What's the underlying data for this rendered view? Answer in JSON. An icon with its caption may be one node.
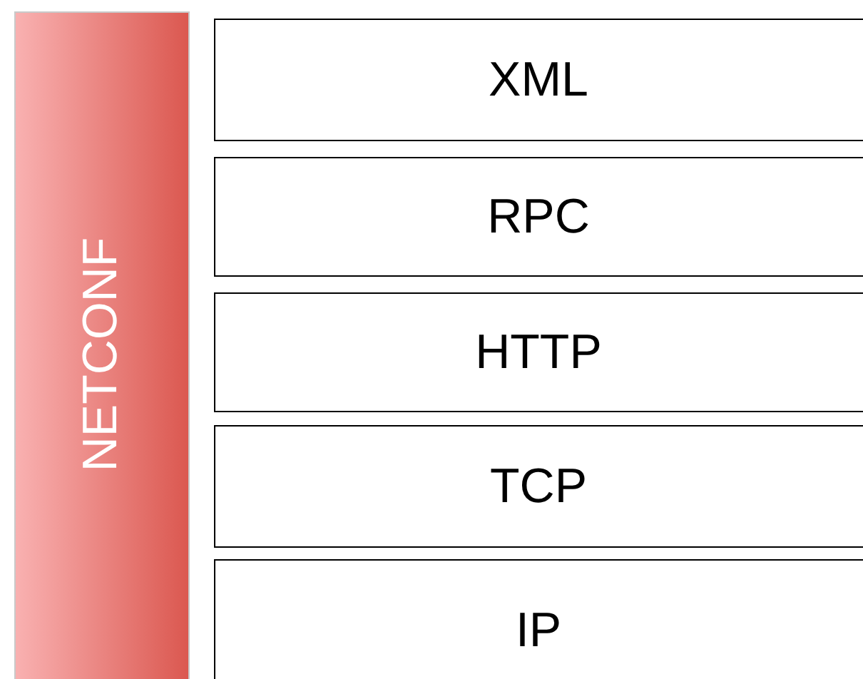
{
  "diagram": {
    "nodes": [
      {
        "text": [
          "NETCONF"
        ]
      },
      {
        "text": [
          "XML"
        ]
      },
      {
        "text": [
          "RPC"
        ]
      },
      {
        "text": [
          "HTTP"
        ]
      },
      {
        "text": [
          "TCP"
        ]
      },
      {
        "text": [
          "IP"
        ]
      }
    ]
  }
}
